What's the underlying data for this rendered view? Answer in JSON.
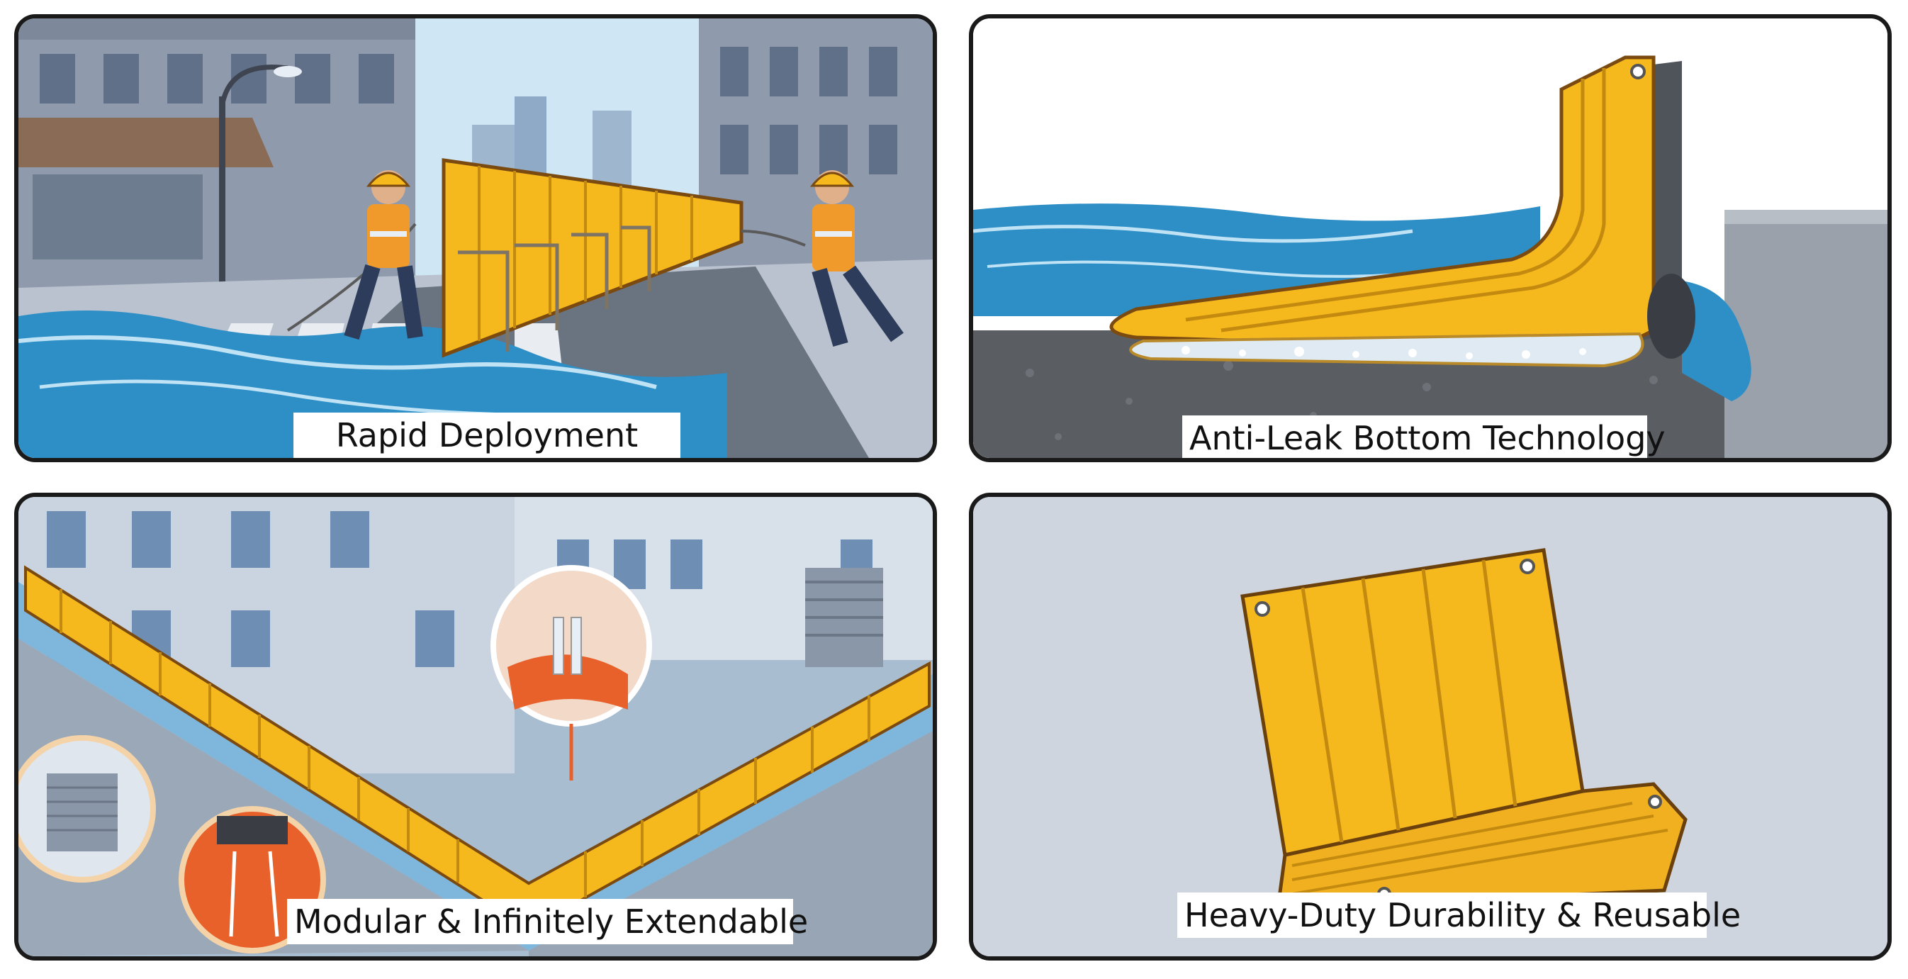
{
  "panels": [
    {
      "caption": "Rapid Deployment",
      "icon": "flood-barrier-deployment-illustration"
    },
    {
      "caption": "Anti-Leak Bottom Technology",
      "icon": "anti-leak-barrier-section-illustration"
    },
    {
      "caption": "Modular & Infinitely Extendable",
      "icon": "modular-barrier-street-illustration"
    },
    {
      "caption": "Heavy-Duty Durability & Reusable",
      "icon": "folded-barrier-panel-illustration"
    }
  ],
  "colors": {
    "barrier_yellow": "#f5b91e",
    "barrier_outline": "#7a4a10",
    "water_blue": "#2d8fc6",
    "sky_blue": "#cfe6f4",
    "building_gray": "#8f9bad",
    "panel4_bg": "#cfd5df",
    "border": "#1a1a1a"
  }
}
